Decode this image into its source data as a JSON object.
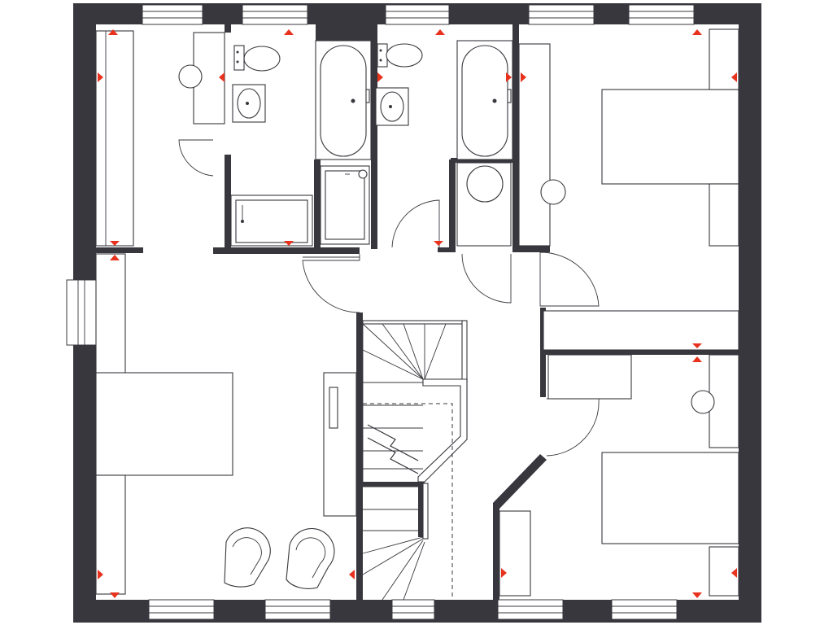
{
  "plan": {
    "kind": "floor-plan",
    "view": "upper floor",
    "labels_present": false
  },
  "colors": {
    "wall": "#38373d",
    "background": "#ffffff",
    "marker": "#e8321e"
  },
  "rooms": [
    {
      "id": "bedroom-1",
      "fixtures": [
        "double-bed",
        "wardrobe",
        "desk",
        "two-armchairs"
      ]
    },
    {
      "id": "bathroom-1",
      "fixtures": [
        "toilet",
        "basin",
        "bathtub",
        "shower",
        "vanity"
      ]
    },
    {
      "id": "ensuite",
      "fixtures": [
        "toilet",
        "basin",
        "bathtub",
        "shower"
      ]
    },
    {
      "id": "bedroom-2",
      "fixtures": [
        "double-bed",
        "wardrobe",
        "nightstand"
      ]
    },
    {
      "id": "bedroom-3",
      "fixtures": [
        "double-bed",
        "wardrobe",
        "nightstand"
      ]
    },
    {
      "id": "landing",
      "fixtures": [
        "winder-staircase"
      ]
    }
  ],
  "icons": [
    "double-bed-icon",
    "toilet-icon",
    "basin-icon",
    "bathtub-icon",
    "shower-icon",
    "staircase-icon",
    "armchair-icon",
    "window-icon",
    "door-swing-icon",
    "outlet-marker-icon"
  ]
}
